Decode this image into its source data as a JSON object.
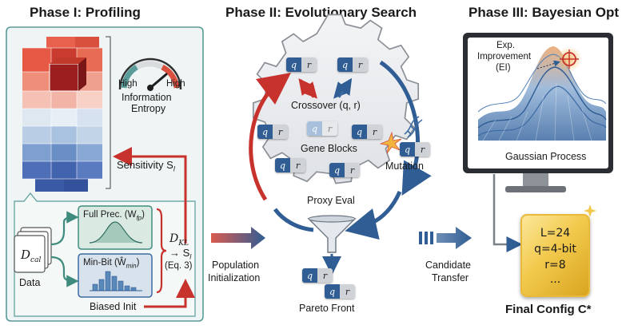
{
  "phases": {
    "p1_title": "Phase I: Profiling",
    "p2_title": "Phase II: Evolutionary Search",
    "p3_title": "Phase III: Bayesian Opt"
  },
  "phase1": {
    "gauge_low": "High",
    "gauge_high": "High",
    "entropy_line1": "Information",
    "entropy_line2": "Entropy",
    "sensitivity": "Sensitivity S",
    "sensitivity_sub": "l",
    "data_symbol": "D",
    "data_symbol_sub": "cal",
    "data_label": "Data",
    "full_prec": "Full Prec. (W",
    "full_prec_sub": "fp",
    "min_bit": "Min-Bit (Ŵ",
    "min_bit_sub": "min",
    "dkl": "D",
    "dkl_sub": "KL",
    "arrow_s": "→ S",
    "arrow_s_sub": "l",
    "eq": "(Eq. 3)",
    "biased_init": "Biased Init"
  },
  "phase2": {
    "gene_q": "q",
    "gene_r": "r",
    "crossover": "Crossover (q, r)",
    "gene_blocks": "Gene Blocks",
    "mutation": "Mutation",
    "proxy_eval": "Proxy Eval",
    "pareto_front": "Pareto Front"
  },
  "transitions": {
    "pop_line1": "Population",
    "pop_line2": "Initialization",
    "cand_line1": "Candidate",
    "cand_line2": "Transfer"
  },
  "phase3": {
    "exp_line1": "Exp.",
    "exp_line2": "Improvement",
    "exp_line3": "(EI)",
    "gp_label": "Gaussian Process",
    "cfg_L": "L=24",
    "cfg_q": "q=4-bit",
    "cfg_r": "r=8",
    "cfg_more": "...",
    "final_config": "Final Config C*"
  },
  "colors": {
    "panel_teal": "#5a9c9a",
    "panel_fill": "#eef5f4",
    "red": "#c8322d",
    "blue": "#2f5d94",
    "gold": "#f2c94c"
  }
}
